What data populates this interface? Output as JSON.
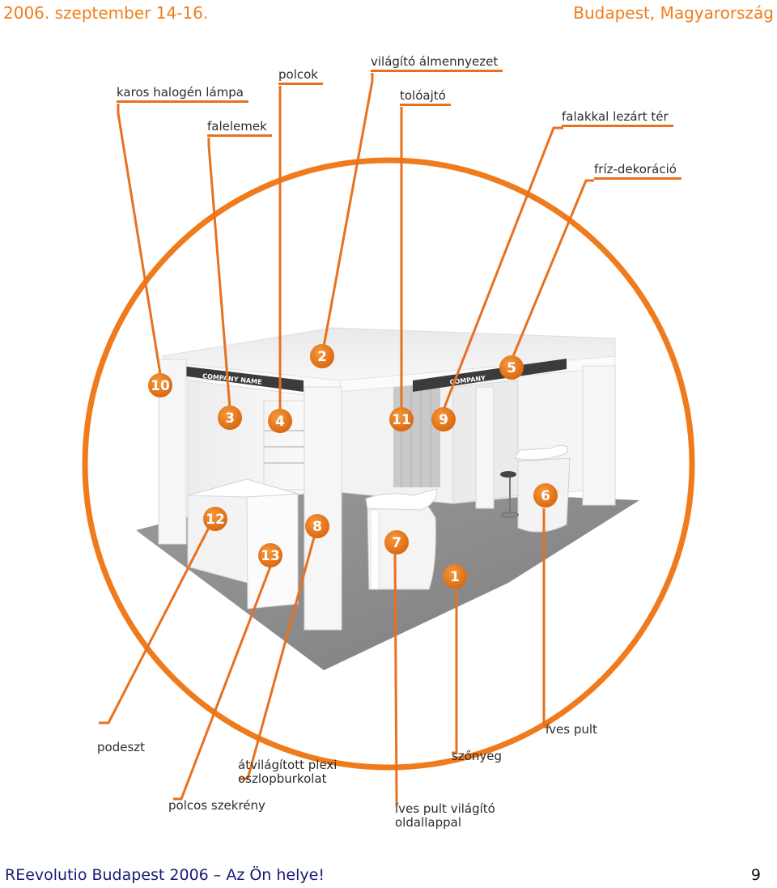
{
  "header": {
    "date": "2006. szeptember 14-16.",
    "place": "Budapest, Magyarország"
  },
  "footer": {
    "left": "REevolutio Budapest 2006 – Az Ön helye!",
    "page": "9"
  },
  "booth": {
    "logo_left": "COMPANY NAME",
    "logo_right": "COMPANY"
  },
  "colors": {
    "accent": "#f07d1a",
    "footer_text": "#1a1a78",
    "floor": "#8f8f8f"
  },
  "labels": {
    "karos": "karos halogén lámpa",
    "polcok": "polcok",
    "vilagito": "világító álmennyezet",
    "toloajto": "tolóajtó",
    "falelemek": "falelemek",
    "falakkal": "falakkal lezárt tér",
    "friz": "fríz-dekoráció",
    "podeszt": "podeszt",
    "atvilagitott_1": "átvilágított plexi",
    "atvilagitott_2": "oszlopburkolat",
    "szonyeg": "szőnyeg",
    "ives_pult": "íves pult",
    "polcos": "polcos szekrény",
    "ives_vilagito_1": "íves pult világító",
    "ives_vilagito_2": "oldallappal"
  },
  "markers": [
    "10",
    "3",
    "4",
    "2",
    "11",
    "9",
    "5",
    "6",
    "12",
    "8",
    "13",
    "7",
    "1"
  ]
}
